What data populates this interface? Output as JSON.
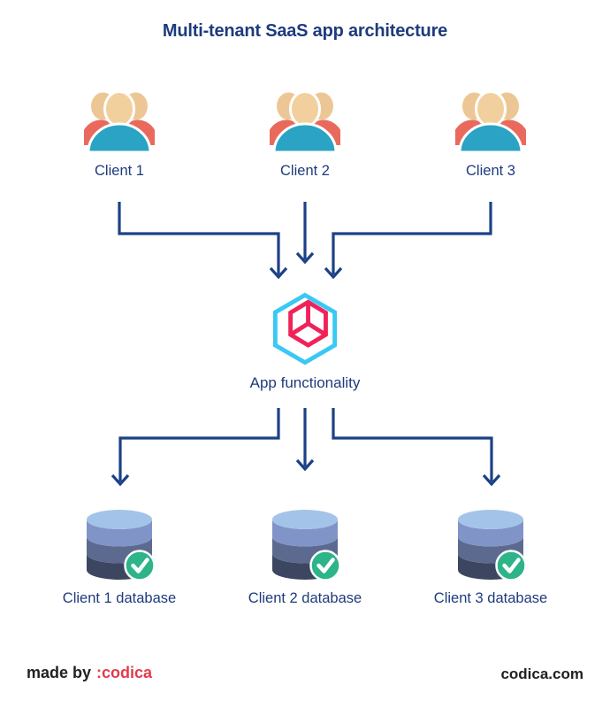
{
  "title": "Multi-tenant SaaS app architecture",
  "clients": [
    {
      "label": "Client 1"
    },
    {
      "label": "Client 2"
    },
    {
      "label": "Client 3"
    }
  ],
  "app": {
    "label": "App functionality"
  },
  "databases": [
    {
      "label": "Client 1 database"
    },
    {
      "label": "Client 2 database"
    },
    {
      "label": "Client 3 database"
    }
  ],
  "footer": {
    "made_by": "made by",
    "brand": ":codica",
    "site": "codica.com"
  },
  "icons": {
    "client": "user-group-icon",
    "app": "hexagon-cube-icon",
    "database": "database-cylinder-icon",
    "database_status": "check-circle-icon"
  },
  "colors": {
    "background": "#ffffff",
    "navy_text": "#1e3b7d",
    "arrow": "#1c4187",
    "logo_cyan": "#3ac8f4",
    "logo_pink": "#f0225a",
    "skin_back": "#ecc795",
    "skin_front": "#f2d09e",
    "body_coral": "#e96a5d",
    "body_teal": "#2aa3c4",
    "db_top": "#a3c4e8",
    "db_band1": "#8094c7",
    "db_band2": "#5d6a90",
    "db_band3": "#3d4660",
    "check_green": "#2db489",
    "brand_red": "#e23b4b",
    "footer_text": "#212121"
  }
}
